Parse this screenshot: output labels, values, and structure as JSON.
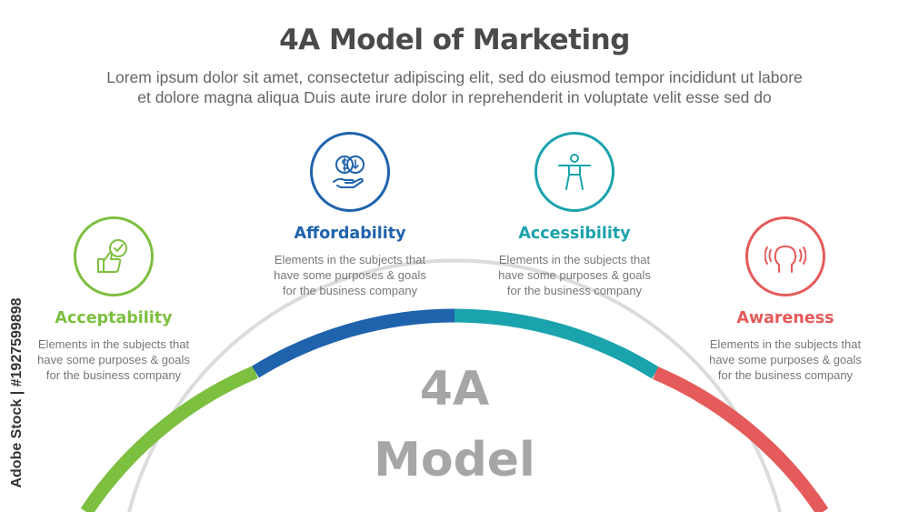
{
  "title": "4A Model of Marketing",
  "subtitle": {
    "line1": "Lorem ipsum dolor sit amet, consectetur adipiscing elit, sed do eiusmod tempor incididunt ut labore",
    "line2": "et dolore magna aliqua Duis aute irure dolor in reprehenderit in voluptate velit esse sed do"
  },
  "center": {
    "line1": "4A",
    "line2": "Model"
  },
  "watermark": "Adobe Stock | #1927599898",
  "colors": {
    "green": "#7dbf3f",
    "blue": "#1f63ad",
    "teal": "#1ba3ad",
    "red": "#e55a5a",
    "grey": "#dcdcdc"
  },
  "items": [
    {
      "label": "Acceptability",
      "icon": "thumbs-up-check-icon",
      "desc": [
        "Elements in the subjects that",
        "have  some purposes & goals",
        "for the  business company"
      ]
    },
    {
      "label": "Affordability",
      "icon": "coins-in-hand-icon",
      "desc": [
        "Elements in the subjects that",
        "have  some purposes & goals",
        "for the  business company"
      ]
    },
    {
      "label": "Accessibility",
      "icon": "person-accessibility-icon",
      "desc": [
        "Elements in the subjects that",
        "have  some purposes & goals",
        "for the  business company"
      ]
    },
    {
      "label": "Awareness",
      "icon": "head-sound-icon",
      "desc": [
        "Elements in the subjects that",
        "have  some purposes & goals",
        "for the  business company"
      ]
    }
  ]
}
